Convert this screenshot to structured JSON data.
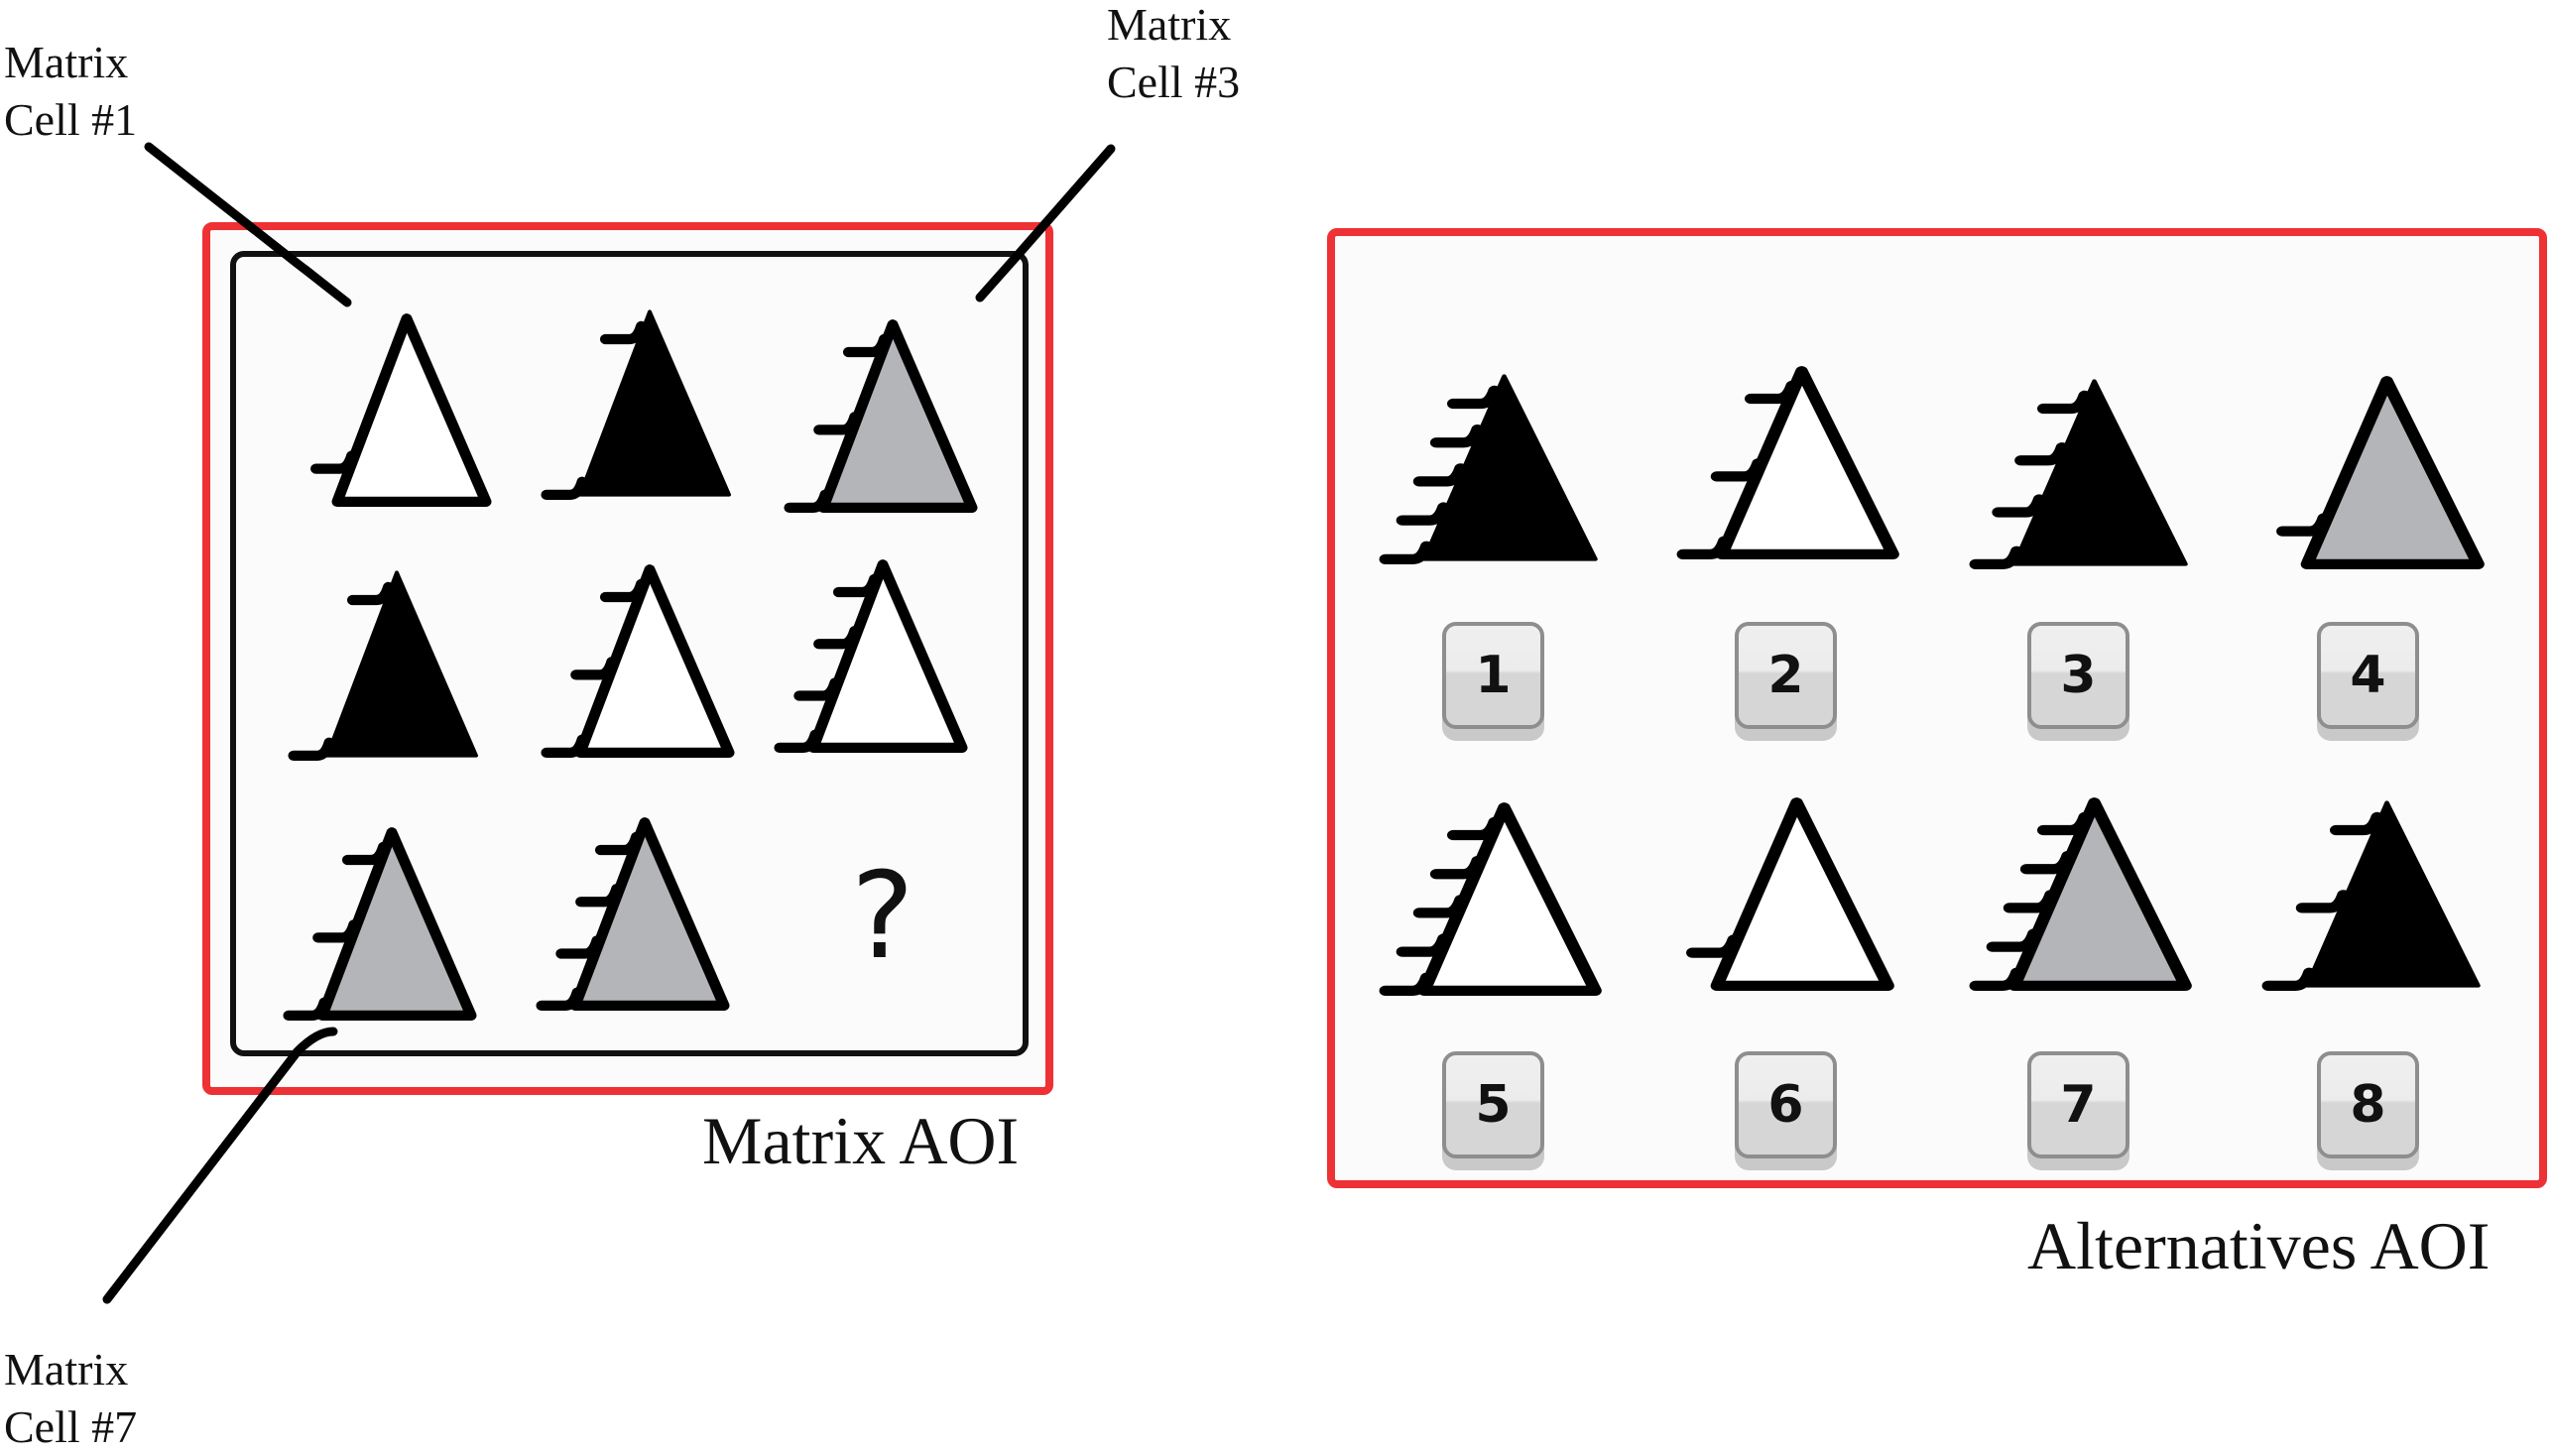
{
  "labels": {
    "cell1": "Matrix\nCell #1",
    "cell3": "Matrix\nCell #3",
    "cell7": "Matrix\nCell #7",
    "matrix_aoi": "Matrix AOI",
    "alternatives_aoi": "Alternatives AOI"
  },
  "colors": {
    "aoi_border": "#ee3135",
    "fill_white": "#ffffff",
    "fill_black": "#000000",
    "fill_gray": "#b4b5b8"
  },
  "matrix": {
    "cells": [
      {
        "id": 1,
        "fill": "white",
        "hooks": 1
      },
      {
        "id": 2,
        "fill": "black",
        "hooks": 2
      },
      {
        "id": 3,
        "fill": "gray",
        "hooks": 3
      },
      {
        "id": 4,
        "fill": "black",
        "hooks": 2
      },
      {
        "id": 5,
        "fill": "white",
        "hooks": 3
      },
      {
        "id": 6,
        "fill": "white",
        "hooks": 4
      },
      {
        "id": 7,
        "fill": "gray",
        "hooks": 3
      },
      {
        "id": 8,
        "fill": "gray",
        "hooks": 4
      },
      {
        "id": 9,
        "missing": true,
        "symbol": "?"
      }
    ]
  },
  "alternatives": [
    {
      "key": "1",
      "fill": "black",
      "hooks": 5
    },
    {
      "key": "2",
      "fill": "white",
      "hooks": 3
    },
    {
      "key": "3",
      "fill": "black",
      "hooks": 4
    },
    {
      "key": "4",
      "fill": "gray",
      "hooks": 1
    },
    {
      "key": "5",
      "fill": "white",
      "hooks": 5
    },
    {
      "key": "6",
      "fill": "white",
      "hooks": 1
    },
    {
      "key": "7",
      "fill": "gray",
      "hooks": 5
    },
    {
      "key": "8",
      "fill": "black",
      "hooks": 3
    }
  ]
}
